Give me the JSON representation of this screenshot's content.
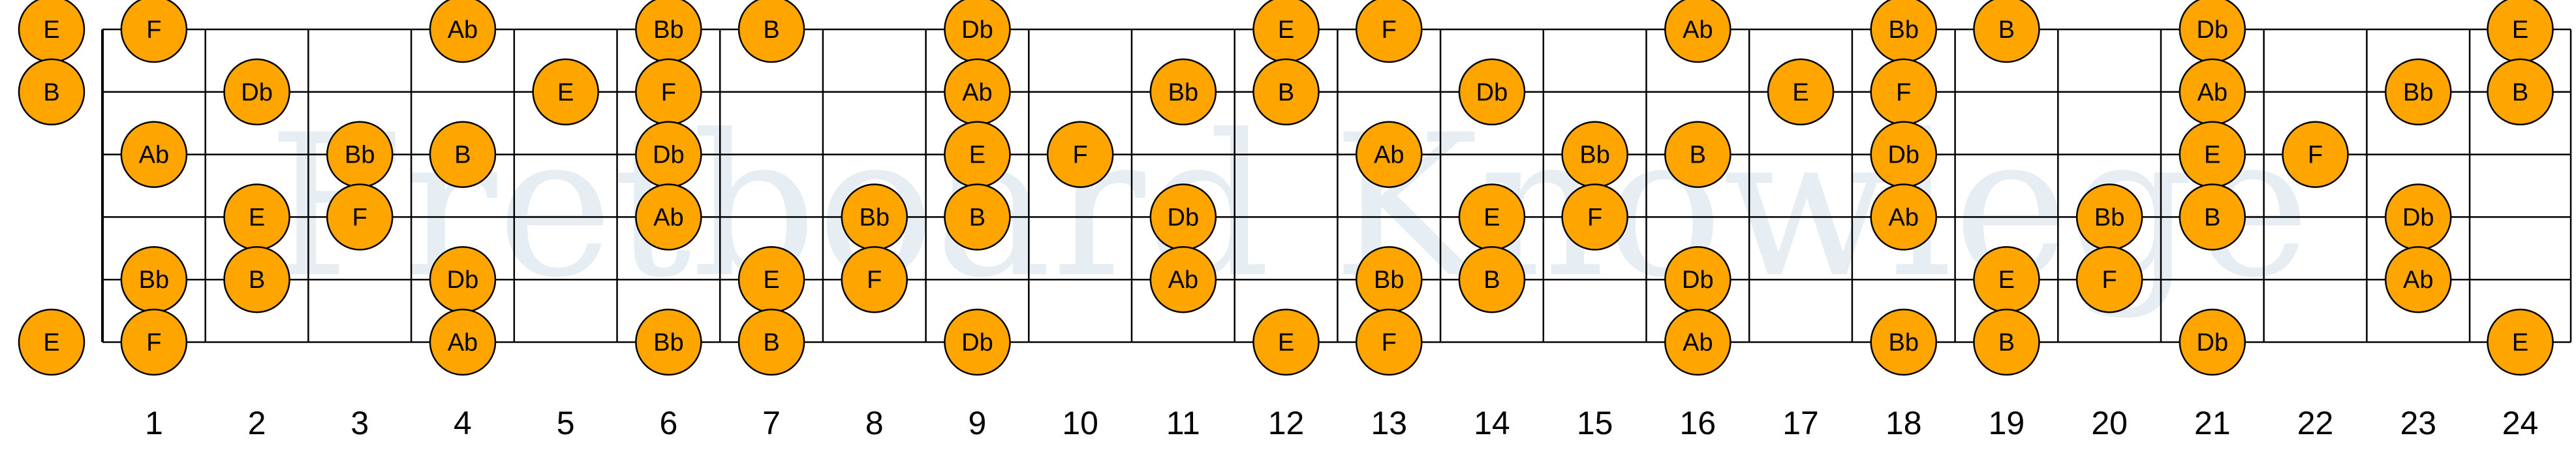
{
  "watermark": "Fretboard Knowlege",
  "fret_numbers": [
    "1",
    "2",
    "3",
    "4",
    "5",
    "6",
    "7",
    "8",
    "9",
    "10",
    "11",
    "12",
    "13",
    "14",
    "15",
    "16",
    "17",
    "18",
    "19",
    "20",
    "21",
    "22",
    "23",
    "24"
  ],
  "colors": {
    "note_fill": "#FFA500",
    "note_stroke": "#000000",
    "line": "#000000",
    "watermark": "#E6EEF4"
  },
  "open_notes": [
    "E",
    "B",
    "",
    "",
    "",
    "E"
  ],
  "fret_notes": [
    [
      "F",
      "",
      "",
      "Ab",
      "",
      "Bb",
      "B",
      "",
      "Db",
      "",
      "",
      "E",
      "F",
      "",
      "",
      "Ab",
      "",
      "Bb",
      "B",
      "",
      "Db",
      "",
      "",
      "E"
    ],
    [
      "",
      "Db",
      "",
      "",
      "E",
      "F",
      "",
      "",
      "Ab",
      "",
      "Bb",
      "B",
      "",
      "Db",
      "",
      "",
      "E",
      "F",
      "",
      "",
      "Ab",
      "",
      "Bb",
      "B"
    ],
    [
      "Ab",
      "",
      "Bb",
      "B",
      "",
      "Db",
      "",
      "",
      "E",
      "F",
      "",
      "",
      "Ab",
      "",
      "Bb",
      "B",
      "",
      "Db",
      "",
      "",
      "E",
      "F",
      "",
      ""
    ],
    [
      "",
      "E",
      "F",
      "",
      "",
      "Ab",
      "",
      "Bb",
      "B",
      "",
      "Db",
      "",
      "",
      "E",
      "F",
      "",
      "",
      "Ab",
      "",
      "Bb",
      "B",
      "",
      "Db",
      ""
    ],
    [
      "Bb",
      "B",
      "",
      "Db",
      "",
      "",
      "E",
      "F",
      "",
      "",
      "Ab",
      "",
      "Bb",
      "B",
      "",
      "Db",
      "",
      "",
      "E",
      "F",
      "",
      "",
      "Ab",
      ""
    ],
    [
      "F",
      "",
      "",
      "Ab",
      "",
      "Bb",
      "B",
      "",
      "Db",
      "",
      "",
      "E",
      "F",
      "",
      "",
      "Ab",
      "",
      "Bb",
      "B",
      "",
      "Db",
      "",
      "",
      "E"
    ]
  ]
}
